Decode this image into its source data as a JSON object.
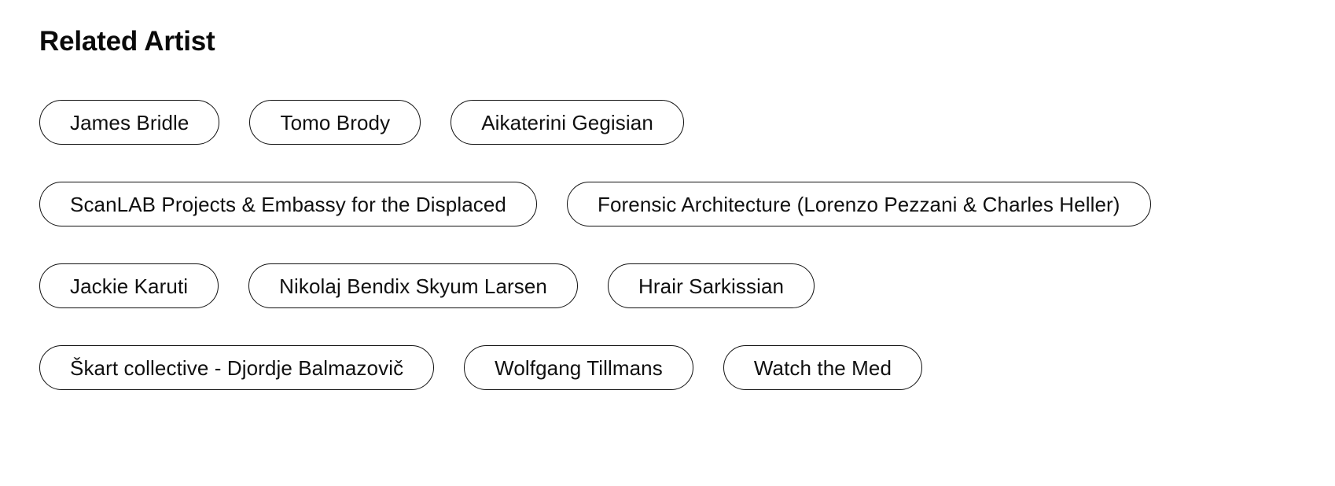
{
  "section": {
    "title": "Related Artist",
    "title_color": "#0a0a0a",
    "background_color": "#ffffff",
    "pill_border_color": "#111111",
    "pill_text_color": "#101010"
  },
  "rows": [
    {
      "pills": [
        {
          "label": "James Bridle"
        },
        {
          "label": "Tomo Brody"
        },
        {
          "label": "Aikaterini Gegisian"
        }
      ]
    },
    {
      "pills": [
        {
          "label": "ScanLAB Projects & Embassy for the Displaced"
        },
        {
          "label": "Forensic Architecture (Lorenzo Pezzani & Charles Heller)"
        }
      ]
    },
    {
      "pills": [
        {
          "label": "Jackie Karuti"
        },
        {
          "label": "Nikolaj Bendix Skyum Larsen"
        },
        {
          "label": "Hrair Sarkissian"
        }
      ]
    },
    {
      "pills": [
        {
          "label": "Škart collective - Djordje Balmazovič"
        },
        {
          "label": "Wolfgang Tillmans"
        },
        {
          "label": "Watch the Med"
        }
      ]
    }
  ]
}
